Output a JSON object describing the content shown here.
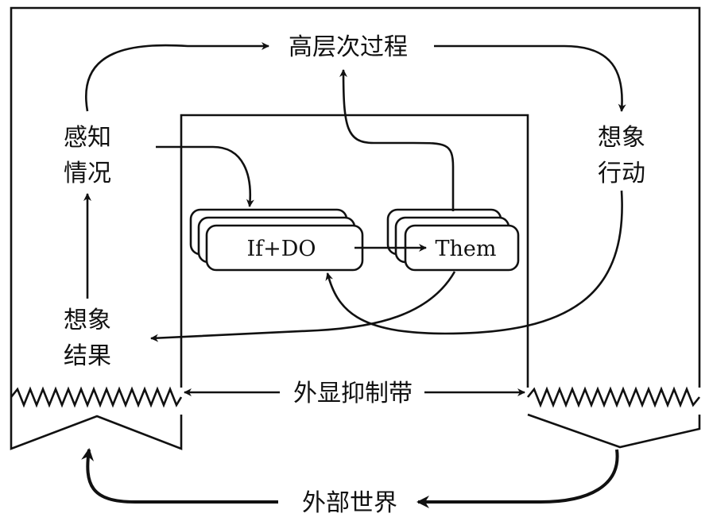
{
  "labels": {
    "higher_process": "高层次过程",
    "perceive_situation_1": "感知",
    "perceive_situation_2": "情况",
    "imagine_action_1": "想象",
    "imagine_action_2": "行动",
    "imagine_result_1": "想象",
    "imagine_result_2": "结果",
    "inhibition_band": "外显抑制带",
    "external_world": "外部世界",
    "if_do": "If+DO",
    "then": "Them"
  },
  "colors": {
    "ink": "#111111",
    "background": "#ffffff"
  }
}
